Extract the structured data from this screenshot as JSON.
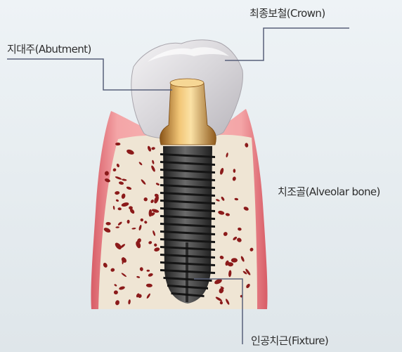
{
  "labels": {
    "crown": "최종보철(Crown)",
    "abutment": "지대주(Abutment)",
    "alveolar_bone": "치조골(Alveolar bone)",
    "fixture": "인공치근(Fixture)"
  },
  "colors": {
    "background": "#e8eef2",
    "gum": "#e98a90",
    "bone": "#efe5d4",
    "bone_pores": "#8b1a1a",
    "crown": "#d4d2d6",
    "abutment_gold": "#c98a3c",
    "fixture": "#3c3c3c",
    "leader_line": "#58607a"
  }
}
